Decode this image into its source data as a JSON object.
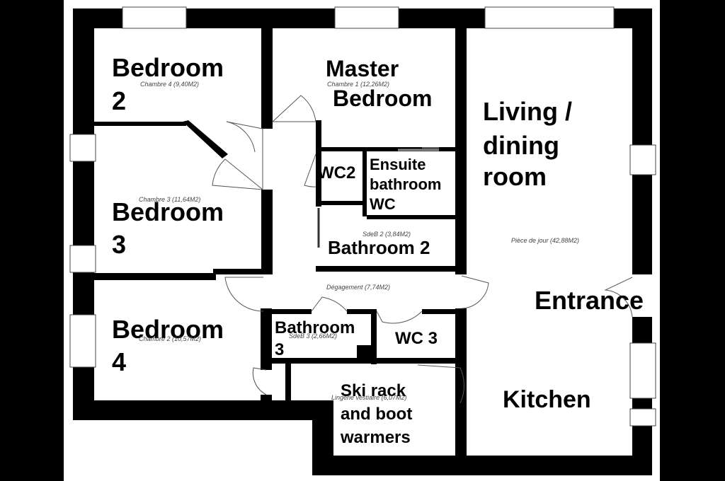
{
  "labels": {
    "bedroom2": [
      "Bedroom",
      "2"
    ],
    "master": [
      "Master",
      "Bedroom"
    ],
    "living": [
      "Living /",
      "dining",
      "room"
    ],
    "bedroom3": [
      "Bedroom",
      "3"
    ],
    "wc2": "WC2",
    "ensuite": [
      "Ensuite",
      "bathroom",
      "WC"
    ],
    "bathroom2": "Bathroom 2",
    "entrance": "Entrance",
    "bedroom4": [
      "Bedroom",
      "4"
    ],
    "bathroom3": [
      "Bathroom",
      "3"
    ],
    "wc3": "WC 3",
    "kitchen": "Kitchen",
    "skirack": [
      "Ski rack",
      "and boot",
      "warmers"
    ]
  },
  "small_labels": {
    "chambre4": "Chambre 4 (9,40M2)",
    "chambre1": "Chambre 1  (12,26M2)",
    "chambre3": "Chambre 3 (11,64M2)",
    "sdeb2": "SdeB 2 (3,84M2)",
    "piece": "Pièce de jour (42,88M2)",
    "degagement": "Dégagement (7,74M2)",
    "sdeb3": "SdeB 3 (2,66M2)",
    "chambre2": "Chambre 2 (10,57M2)",
    "lingerie": "Lingerie vestiaire (6,07M2)"
  }
}
